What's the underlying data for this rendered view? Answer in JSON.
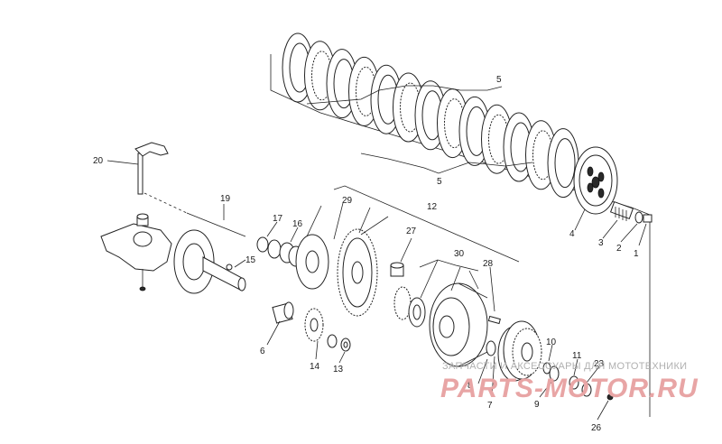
{
  "labels": {
    "p1": "1",
    "p2": "2",
    "p3": "3",
    "p4": "4",
    "p5a": "5",
    "p5b": "5",
    "p6": "6",
    "p7": "7",
    "p8": "8",
    "p9": "9",
    "p10": "10",
    "p11": "11",
    "p12": "12",
    "p13": "13",
    "p14": "14",
    "p15": "15",
    "p16": "16",
    "p17": "17",
    "p19": "19",
    "p20": "20",
    "p23": "23",
    "p26": "26",
    "p27": "27",
    "p28": "28",
    "p29": "29",
    "p30": "30"
  },
  "watermark": {
    "line1": "ЗАПЧАСТИ И АКСЕССУАРЫ ДЛЯ МОТОТЕХНИКИ",
    "line2": "PARTS-MOTOR.RU"
  },
  "colors": {
    "ink": "#222222",
    "watermark_red": "#e8a5a5",
    "watermark_grey": "#b0b0b0"
  }
}
